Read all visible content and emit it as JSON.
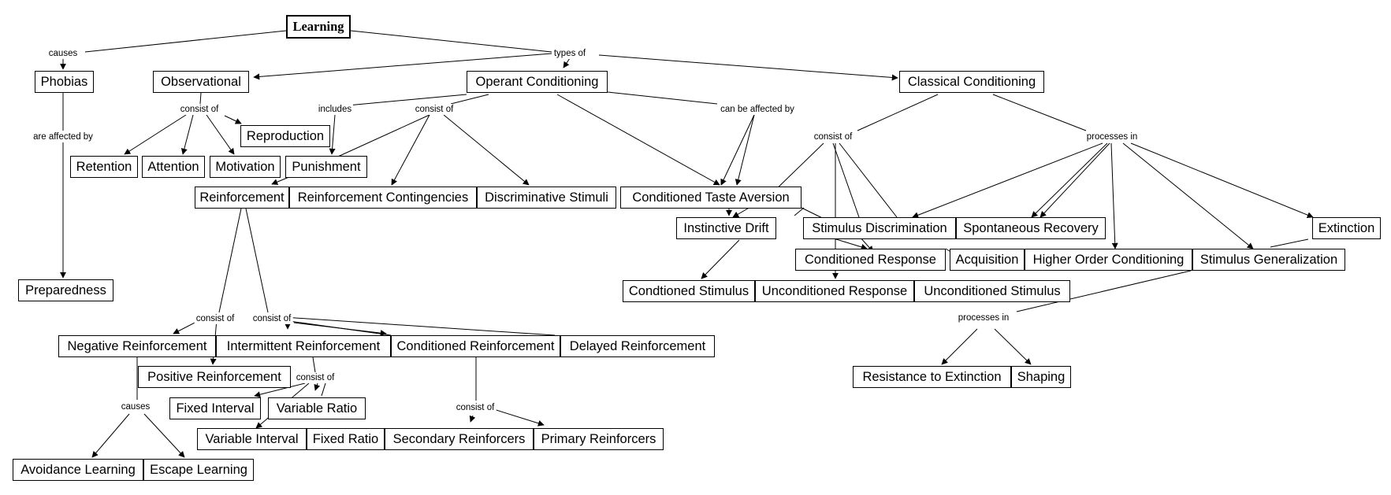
{
  "diagram": {
    "nodes": {
      "learning": "Learning",
      "phobias": "Phobias",
      "observational": "Observational",
      "operant": "Operant Conditioning",
      "classical": "Classical Conditioning",
      "reproduction": "Reproduction",
      "retention": "Retention",
      "attention": "Attention",
      "motivation": "Motivation",
      "punishment": "Punishment",
      "reinforcement": "Reinforcement",
      "reinf_contingencies": "Reinforcement Contingencies",
      "discriminative_stimuli": "Discriminative Stimuli",
      "conditioned_taste_aversion": "Conditioned Taste Aversion",
      "instinctive_drift": "Instinctive Drift",
      "stimulus_discrimination": "Stimulus Discrimination",
      "spontaneous_recovery": "Spontaneous Recovery",
      "extinction": "Extinction",
      "conditioned_response": "Conditioned Response",
      "acquisition": "Acquisition",
      "higher_order": "Higher Order Conditioning",
      "stimulus_generalization": "Stimulus Generalization",
      "conditioned_stimulus": "Condtioned Stimulus",
      "unconditioned_response": "Unconditioned Response",
      "unconditioned_stimulus": "Unconditioned Stimulus",
      "preparedness": "Preparedness",
      "negative_reinforcement": "Negative Reinforcement",
      "intermittent_reinforcement": "Intermittent Reinforcement",
      "conditioned_reinforcement": "Conditioned Reinforcement",
      "delayed_reinforcement": "Delayed Reinforcement",
      "positive_reinforcement": "Positive Reinforcement",
      "fixed_interval": "Fixed Interval",
      "variable_ratio": "Variable Ratio",
      "variable_interval": "Variable Interval",
      "fixed_ratio": "Fixed Ratio",
      "secondary_reinforcers": "Secondary Reinforcers",
      "primary_reinforcers": "Primary Reinforcers",
      "avoidance_learning": "Avoidance Learning",
      "escape_learning": "Escape Learning",
      "resistance_to_extinction": "Resistance to Extinction",
      "shaping": "Shaping"
    },
    "links": {
      "causes": "causes",
      "types_of": "types of",
      "are_affected_by": "are affected by",
      "consist_of_obs": "consist of",
      "includes": "includes",
      "consist_of_op": "consist of",
      "can_be_affected_by": "can be affected by",
      "consist_of_cl": "consist of",
      "processes_in_cl": "processes in",
      "consist_of_r1": "consist of",
      "consist_of_r2": "consist of",
      "consist_of_int": "consist of",
      "causes_neg": "causes",
      "consist_of_cond": "consist of",
      "processes_in_gen": "processes in"
    }
  }
}
